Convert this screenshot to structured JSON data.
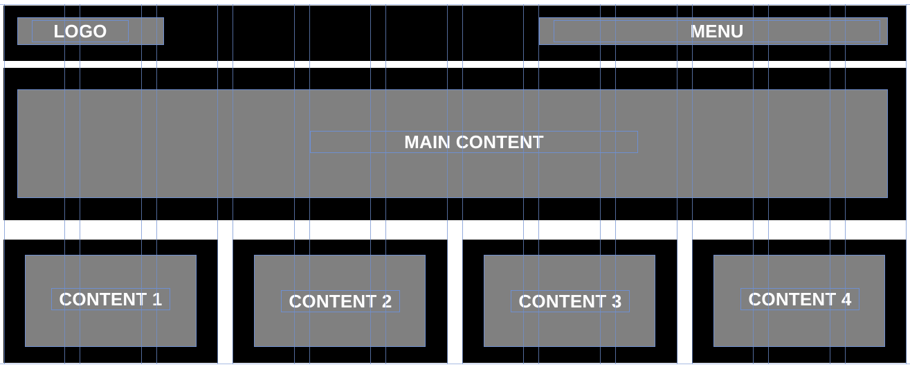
{
  "header": {
    "logo_label": "LOGO",
    "menu_label": "MENU"
  },
  "main": {
    "label": "MAIN CONTENT"
  },
  "content_blocks": [
    {
      "label": "CONTENT 1"
    },
    {
      "label": "CONTENT 2"
    },
    {
      "label": "CONTENT 3"
    },
    {
      "label": "CONTENT 4"
    }
  ],
  "colors": {
    "panel": "#000000",
    "box": "#808080",
    "text": "#ffffff",
    "guide": "#6f8fd0",
    "background": "#ffffff"
  }
}
